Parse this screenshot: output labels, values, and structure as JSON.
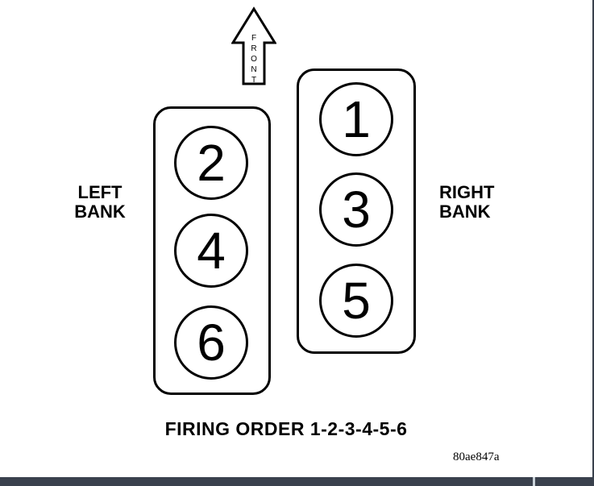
{
  "diagram": {
    "front_label": "FRONT",
    "left_bank": {
      "label_line1": "LEFT",
      "label_line2": "BANK",
      "cylinders": [
        "2",
        "4",
        "6"
      ]
    },
    "right_bank": {
      "label_line1": "RIGHT",
      "label_line2": "BANK",
      "cylinders": [
        "1",
        "3",
        "5"
      ]
    },
    "caption": "FIRING ORDER 1-2-3-4-5-6",
    "figure_code": "80ae847a",
    "colors": {
      "line": "#000000",
      "background": "#ffffff",
      "bottom_bar": "#3a414d",
      "bottom_bar_divider": "#c9d2d9",
      "right_edge_line": "#3a414d"
    }
  }
}
